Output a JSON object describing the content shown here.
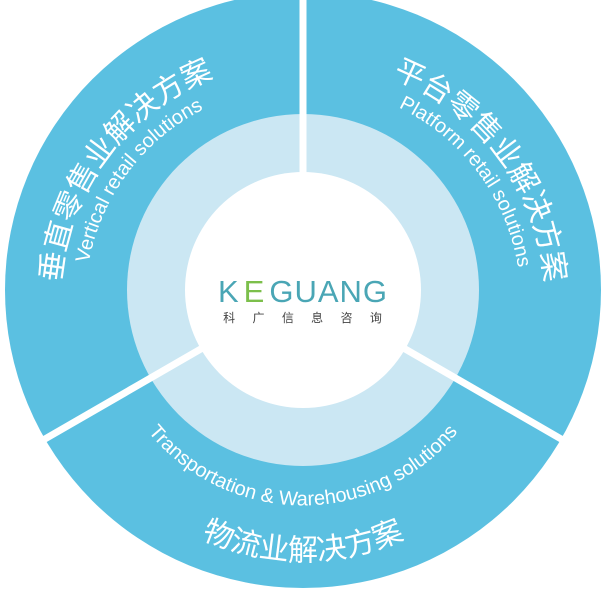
{
  "colors": {
    "outer_ring": "#5bc0e1",
    "inner_ring": "#cbe7f3",
    "divider": "#ffffff",
    "text": "#ffffff",
    "logo_green": "#7cbf4b",
    "logo_teal": "#4aa6b5",
    "logo_sub": "#444444"
  },
  "segments": [
    {
      "zh": "垂直零售业解决方案",
      "en": "Vertical retail solutions"
    },
    {
      "zh": "平台零售业解决方案",
      "en": "Platform retail solutions"
    },
    {
      "zh": "物流业解决方案",
      "en": "Transportation & Warehousing solutions"
    }
  ],
  "logo": {
    "name_parts": [
      "K",
      "E",
      "GUANG"
    ],
    "subtitle": "科 广 信 息 咨 询"
  }
}
